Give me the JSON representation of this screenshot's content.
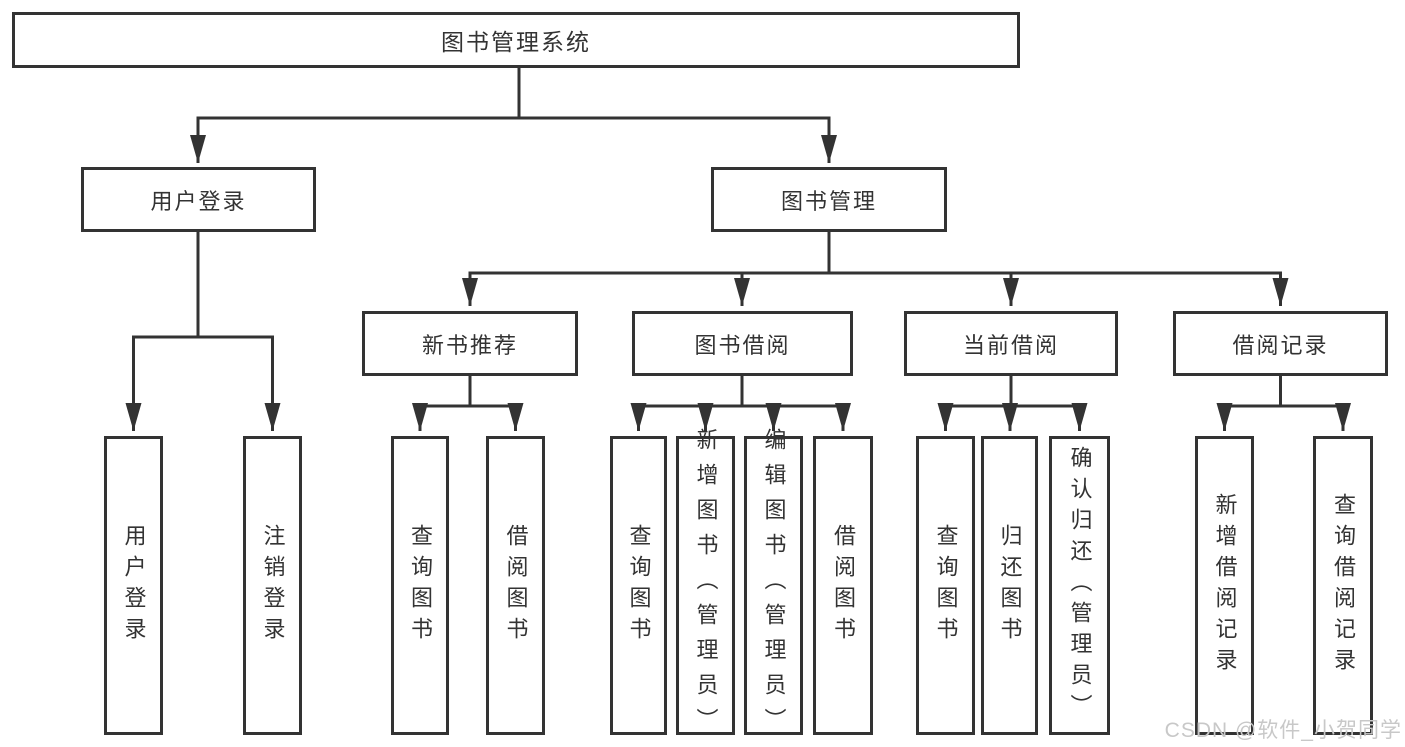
{
  "tree": {
    "label": "图书管理系统",
    "children": [
      {
        "label": "用户登录",
        "children": [
          {
            "label": "用户登录"
          },
          {
            "label": "注销登录"
          }
        ]
      },
      {
        "label": "图书管理",
        "children": [
          {
            "label": "新书推荐",
            "children": [
              {
                "label": "查询图书"
              },
              {
                "label": "借阅图书"
              }
            ]
          },
          {
            "label": "图书借阅",
            "children": [
              {
                "label": "查询图书"
              },
              {
                "label": "新增图书（管理员）"
              },
              {
                "label": "编辑图书（管理员）"
              },
              {
                "label": "借阅图书"
              }
            ]
          },
          {
            "label": "当前借阅",
            "children": [
              {
                "label": "查询图书"
              },
              {
                "label": "归还图书"
              },
              {
                "label": "确认归还（管理员）"
              }
            ]
          },
          {
            "label": "借阅记录",
            "children": [
              {
                "label": "新增借阅记录"
              },
              {
                "label": "查询借阅记录"
              }
            ]
          }
        ]
      }
    ]
  },
  "watermark": {
    "text": "CSDN @软件_小贺同学"
  },
  "colors": {
    "line": "#333333",
    "box_border": "#333333",
    "box_fill": "#ffffff",
    "text": "#333333",
    "watermark": "#c8c8c8",
    "background": "#ffffff"
  }
}
